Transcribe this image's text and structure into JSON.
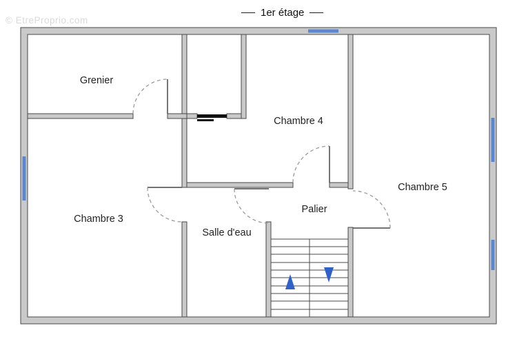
{
  "title": "1er étage",
  "watermark": "© EtreProprio.com",
  "rooms": {
    "grenier": {
      "label": "Grenier"
    },
    "chambre4": {
      "label": "Chambre 4"
    },
    "chambre5": {
      "label": "Chambre 5"
    },
    "chambre3": {
      "label": "Chambre 3"
    },
    "salle_deau": {
      "label": "Salle d'eau"
    },
    "palier": {
      "label": "Palier"
    }
  },
  "colors": {
    "wall_fill": "#c9c9c9",
    "wall_outline": "#474747",
    "window_blue": "#5b86d0",
    "stair_arrow_blue": "#2f62c9",
    "door_arc_gray": "#9a9a9a",
    "watermark_gray": "#d9d9d9"
  }
}
